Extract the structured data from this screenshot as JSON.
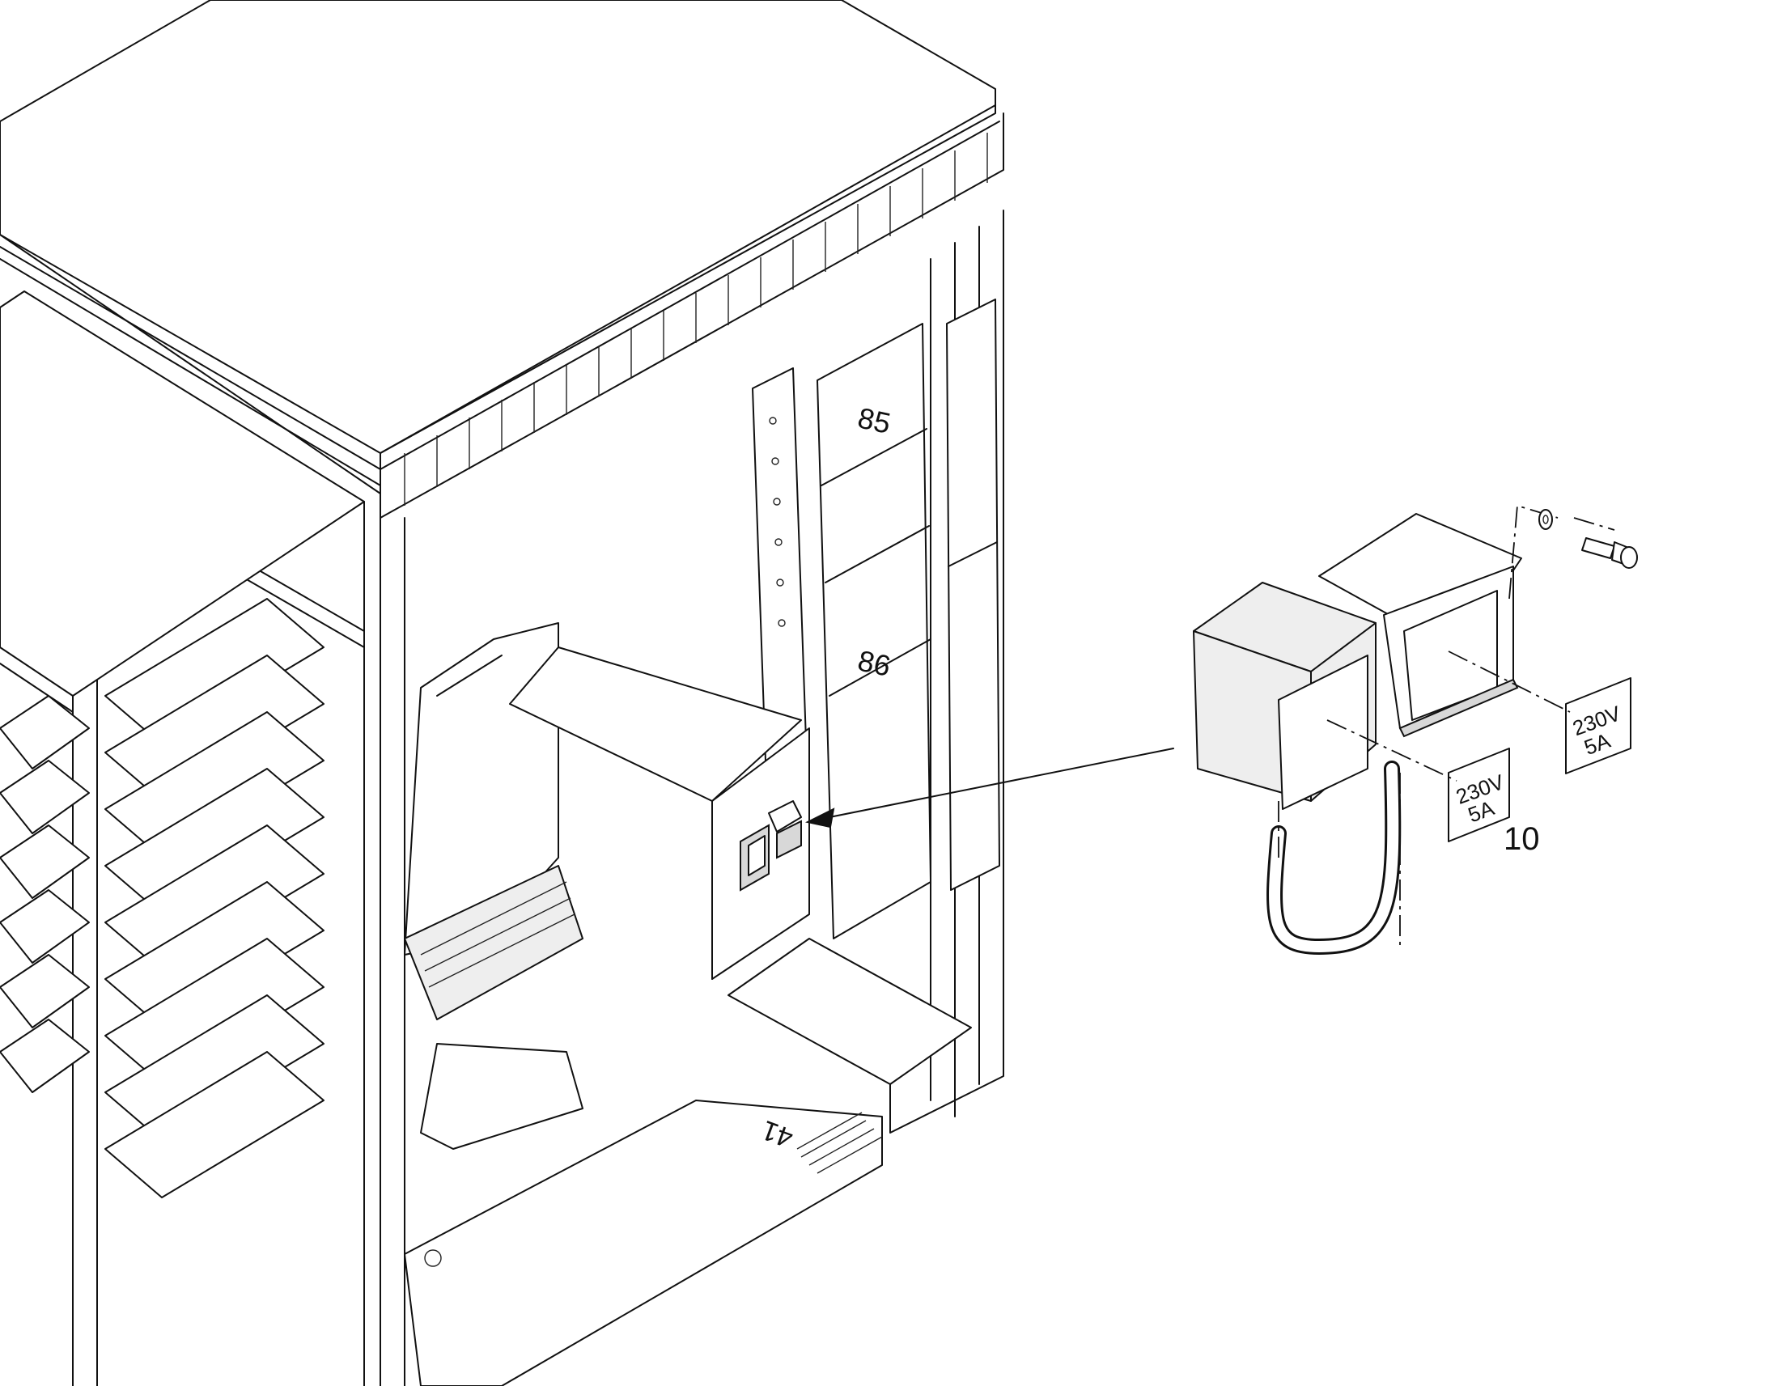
{
  "callout": {
    "number": "10"
  },
  "plate_front": {
    "voltage": "230V",
    "current": "5A"
  },
  "plate_rear": {
    "voltage": "230V",
    "current": "5A"
  },
  "panel_marks": [
    "85",
    "86"
  ],
  "floor_mark": "41"
}
